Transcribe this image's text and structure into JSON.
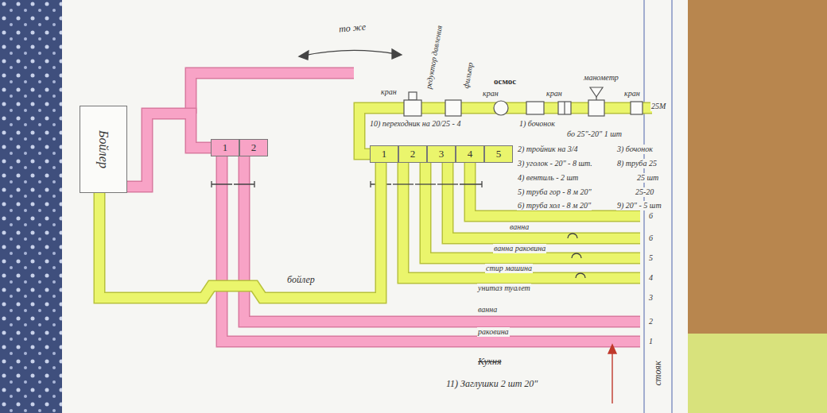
{
  "diagram": {
    "nodes": [
      {
        "text": [
          "Бойлер"
        ]
      },
      {
        "text": [
          "1",
          "2"
        ]
      },
      {
        "text": [
          "1",
          "2",
          "3",
          "4",
          "5"
        ]
      }
    ],
    "edges": [
      {
        "from": 0,
        "to": 1,
        "arrow": "none"
      },
      {
        "from": 2,
        "to": 0,
        "arrow": "none",
        "label": "бойлер"
      }
    ],
    "labels": [
      "то же",
      "кран",
      "редуктор давления",
      "фильтр",
      "кран",
      "осмос",
      "кран",
      "манометр",
      "кран",
      "25М",
      "10) переходник на 20/25 - 4",
      "1) бочонок",
      "бо 25\"-20\" 1 шт",
      "2) тройник на 3/4",
      "3) бочонок",
      "3) уголок - 20\" - 8 шт.",
      "8) труба 25",
      "4) вентиль - 2 шт",
      "25 шт",
      "5) труба гор - 8 м 20\"",
      "25-20",
      "6) труба хол - 8 м 20\"",
      "9) 20\" - 5 шт",
      "ванна",
      "ванна раковина",
      "стир машина",
      "унитаз туалет",
      "ванна",
      "раковина",
      "6",
      "6",
      "5",
      "4",
      "3",
      "2",
      "1",
      "Кухня",
      "11) Заглушки 2 шт 20\"",
      "стояк"
    ]
  }
}
